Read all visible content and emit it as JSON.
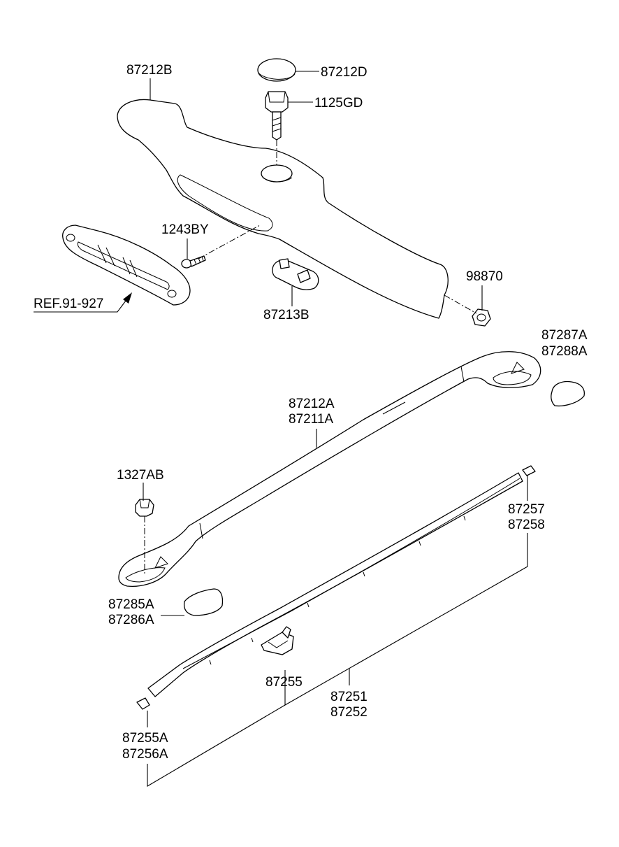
{
  "labels": {
    "p87212B": "87212B",
    "p87212D": "87212D",
    "p1125GD": "1125GD",
    "p1243BY": "1243BY",
    "ref": "REF.91-927",
    "p87213B": "87213B",
    "p98870": "98870",
    "p87287A": "87287A",
    "p87288A": "87288A",
    "p87212A": "87212A",
    "p87211A": "87211A",
    "p1327AB": "1327AB",
    "p87257": "87257",
    "p87258": "87258",
    "p87285A": "87285A",
    "p87286A": "87286A",
    "p87255": "87255",
    "p87251": "87251",
    "p87252": "87252",
    "p87255A": "87255A",
    "p87256A": "87256A"
  }
}
